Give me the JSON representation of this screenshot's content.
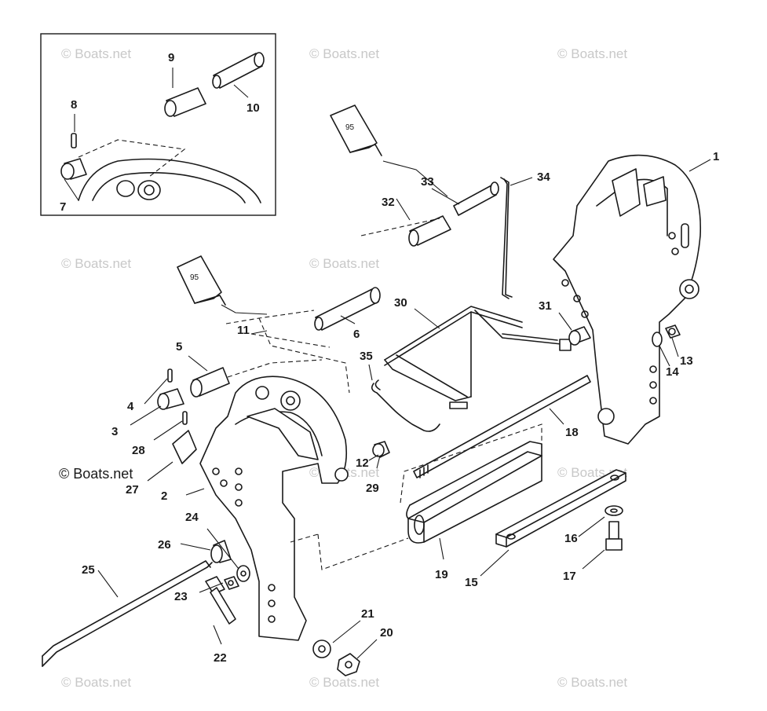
{
  "watermark": "© Boats.net",
  "tube_label": "95",
  "callouts": [
    "1",
    "2",
    "3",
    "4",
    "5",
    "6",
    "7",
    "8",
    "9",
    "10",
    "11",
    "12",
    "13",
    "14",
    "15",
    "16",
    "17",
    "18",
    "19",
    "20",
    "21",
    "22",
    "23",
    "24",
    "25",
    "26",
    "27",
    "28",
    "29",
    "30",
    "31",
    "32",
    "33",
    "34",
    "35"
  ]
}
